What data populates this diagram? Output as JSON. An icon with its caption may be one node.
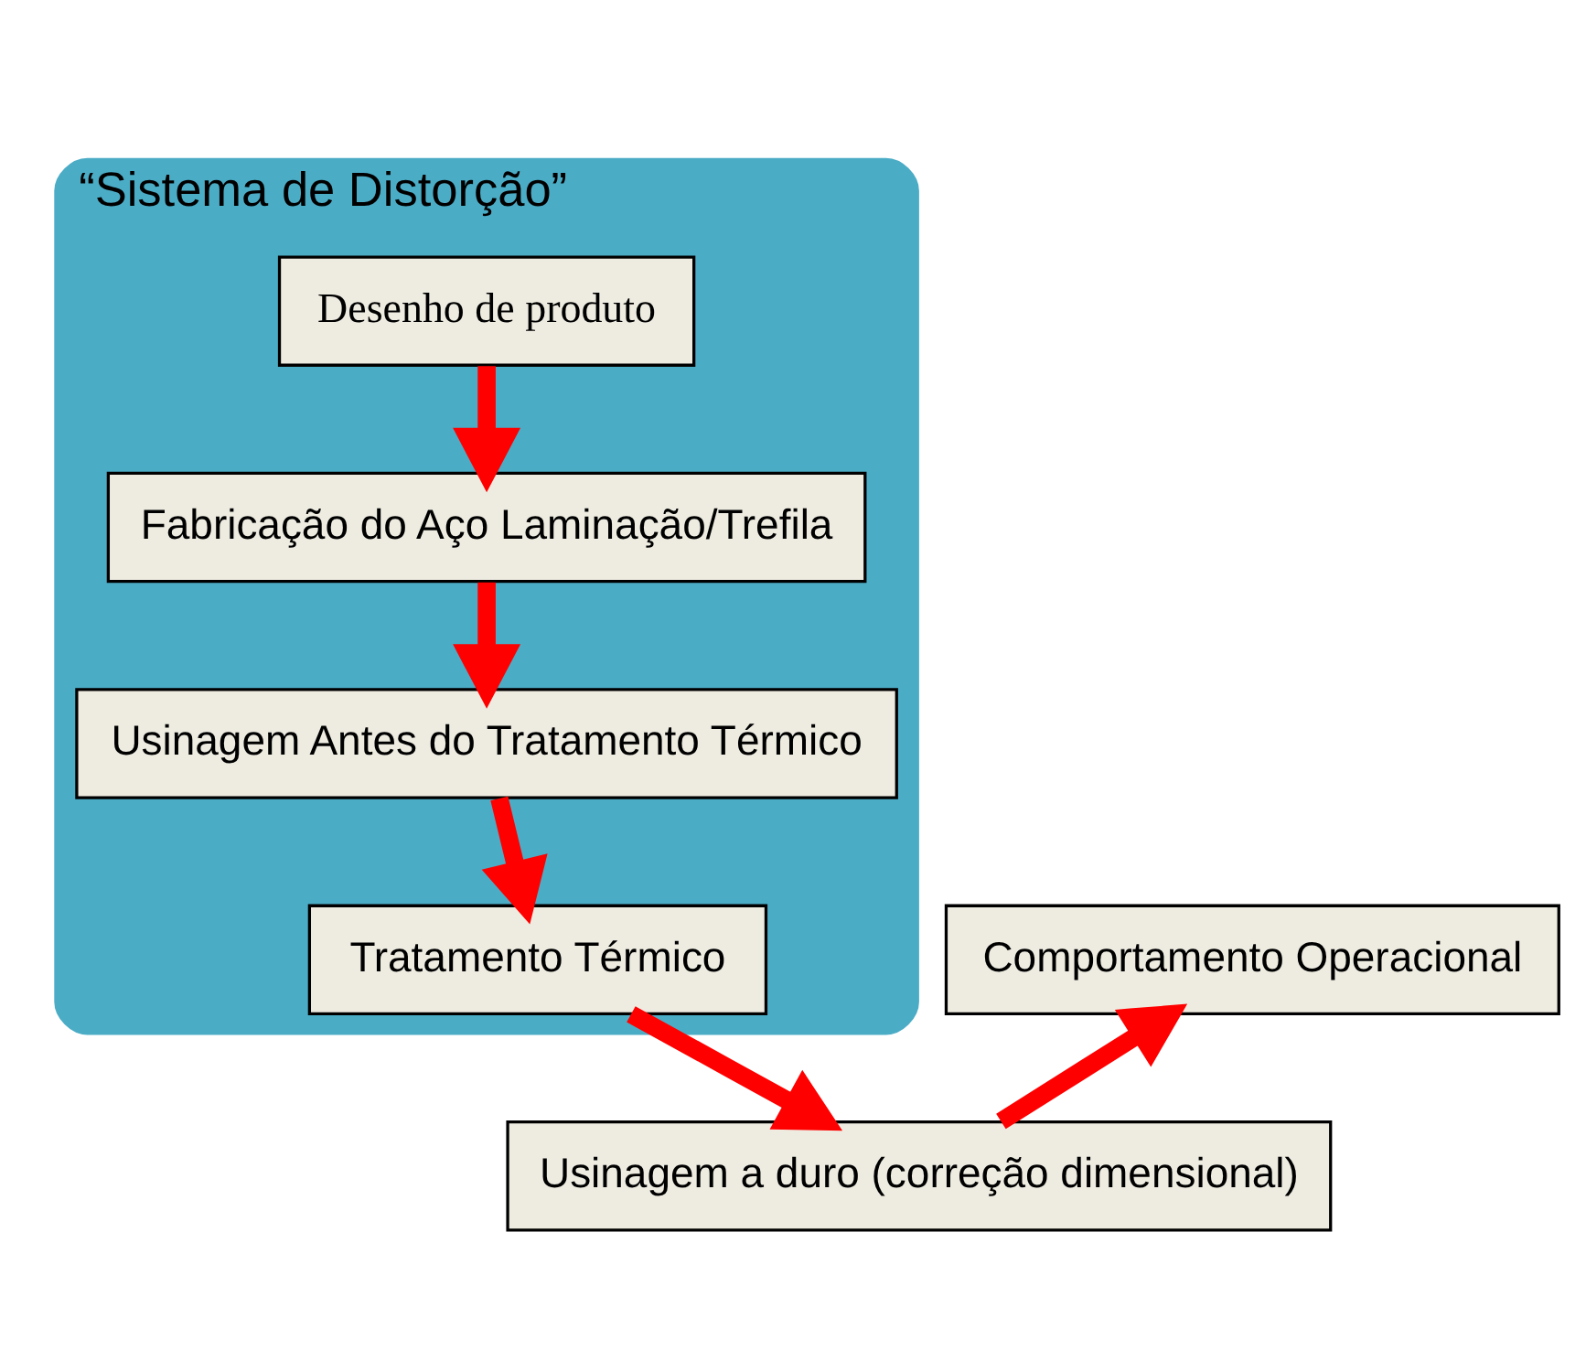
{
  "diagram": {
    "nodes": [
      {
        "text": [
          "“Sistema de Distorção”"
        ]
      },
      {
        "text": [
          "Desenho de produto"
        ],
        "in": 0
      },
      {
        "text": [
          "Fabricação do Aço Laminação/Trefila"
        ],
        "in": 0
      },
      {
        "text": [
          "Usinagem Antes do Tratamento Térmico"
        ],
        "in": 0
      },
      {
        "text": [
          "Tratamento Térmico"
        ],
        "in": 0
      },
      {
        "text": [
          "Comportamento Operacional"
        ]
      },
      {
        "text": [
          "Usinagem a duro (correção dimensional)"
        ]
      }
    ],
    "edges": [
      {
        "from": 1,
        "to": 2,
        "arrow": "to"
      },
      {
        "from": 2,
        "to": 3,
        "arrow": "to"
      },
      {
        "from": 3,
        "to": 4,
        "arrow": "to"
      },
      {
        "from": 4,
        "to": 6,
        "arrow": "to"
      },
      {
        "from": 6,
        "to": 5,
        "arrow": "to"
      }
    ]
  }
}
